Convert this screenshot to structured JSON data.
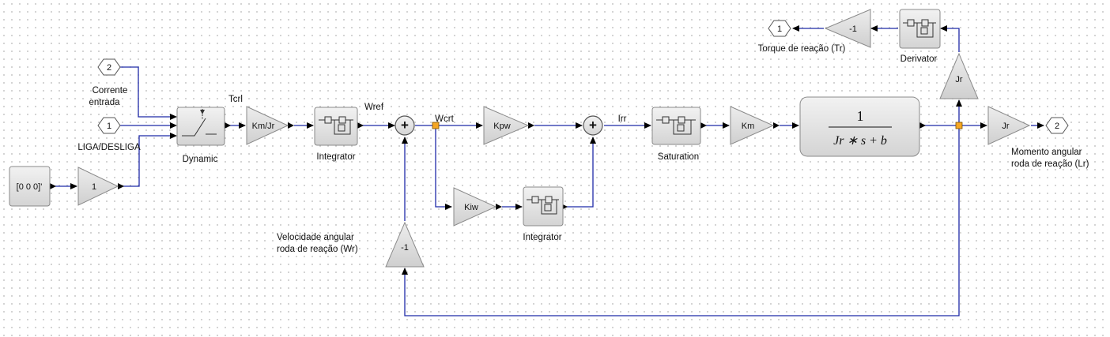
{
  "labels": {
    "in2_name": "Corrente",
    "in2_name2": "entrada",
    "in1_name": "LIGA/DESLIGA",
    "dynamic": "Dynamic",
    "tcrl": "Tcrl",
    "integrator1": "Integrator",
    "wref": "Wref",
    "wcrt": "Wcrt",
    "irr": "Irr",
    "saturation": "Saturation",
    "integrator2": "Integrator",
    "derivator": "Derivator",
    "torque": "Torque de reação (Tr)",
    "vel1": "Velocidade angular",
    "vel2": "roda de reação (Wr)",
    "mom1": "Momento angular",
    "mom2": "roda de reação (Lr)"
  },
  "ports": {
    "in_corrente": "2",
    "in_liga": "1",
    "out_momento": "2",
    "out_torque": "1"
  },
  "constant": "[0 0 0]'",
  "gains": {
    "g_const": "1",
    "km_jr": "Km/Jr",
    "kpw": "Kpw",
    "kiw": "Kiw",
    "km": "Km",
    "jr_out": "Jr",
    "jr_up": "Jr",
    "neg_top": "-1",
    "neg_feedback": "-1"
  },
  "sums": {
    "sum1": "+",
    "sum2": "+"
  },
  "transfer": {
    "numerator": "1",
    "denominator": "Jr ∗ s + b"
  },
  "colors": {
    "wire": "#1f2aa8",
    "split": "#f5a623",
    "block_fill": "#e4e4e4"
  }
}
